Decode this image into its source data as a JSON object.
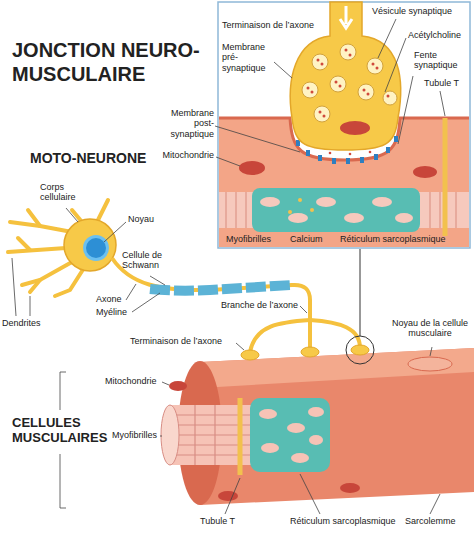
{
  "diagram": {
    "title": "JONCTION NEURO-MUSCULAIRE",
    "labels": [
      "Terminaison de l’axone",
      "Vésicule synaptique",
      "Membrane pré-synaptique",
      "Acétylcholine",
      "Fente synaptique",
      "Tubule T",
      "Membrane post-synaptique",
      "Mitochondrie",
      "Myofibrilles",
      "Calcium",
      "Réticulum sarcoplasmique",
      "MOTO-NEURONE",
      "Corps cellulaire",
      "Noyau",
      "Cellule de Schwann",
      "Dendrites",
      "Axone",
      "Myéline",
      "Branche de l’axone",
      "Terminaison de l’axone",
      "Noyau de la cellule musculaire",
      "Mitochondrie",
      "CELLULES MUSCULAIRES",
      "Myofibrilles",
      "Tubule T",
      "Réticulum sarcoplasmique",
      "Sarcolemme"
    ]
  }
}
